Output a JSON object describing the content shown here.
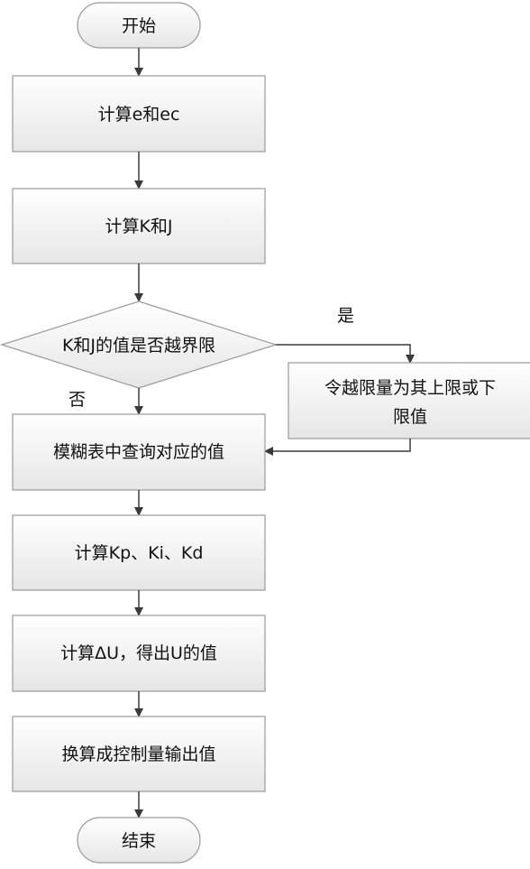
{
  "flowchart": {
    "start": "开始",
    "step_compute_e_ec": "计算e和ec",
    "step_compute_k_j": "计算K和J",
    "decision_out_of_bounds": "K和J的值是否越界限",
    "branch_yes": "是",
    "branch_no": "否",
    "step_clamp_line1": "令越限量为其上限或下",
    "step_clamp_line2": "限值",
    "step_fuzzy_lookup": "模糊表中查询对应的值",
    "step_compute_pid": "计算Kp、Ki、Kd",
    "step_compute_delta_u": "计算ΔU，得出U的值",
    "step_convert_output": "换算成控制量输出值",
    "end": "结束"
  },
  "colors": {
    "box_fill_top": "#ffffff",
    "box_fill_bottom": "#e7e7e7",
    "box_stroke": "#9a9a9a",
    "arrow": "#3a3a3a"
  }
}
